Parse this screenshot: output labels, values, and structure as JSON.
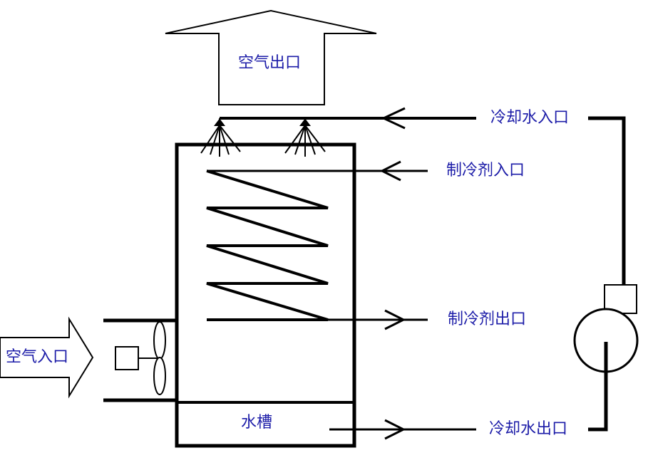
{
  "labels": {
    "air_outlet": "空气出口",
    "cooling_water_inlet": "冷却水入口",
    "refrigerant_inlet": "制冷剂入口",
    "refrigerant_outlet": "制冷剂出口",
    "air_inlet": "空气入口",
    "water_tank": "水槽",
    "cooling_water_outlet": "冷却水出口"
  },
  "colors": {
    "line": "#000000",
    "label": "#1c1ca8",
    "background": "#ffffff"
  }
}
